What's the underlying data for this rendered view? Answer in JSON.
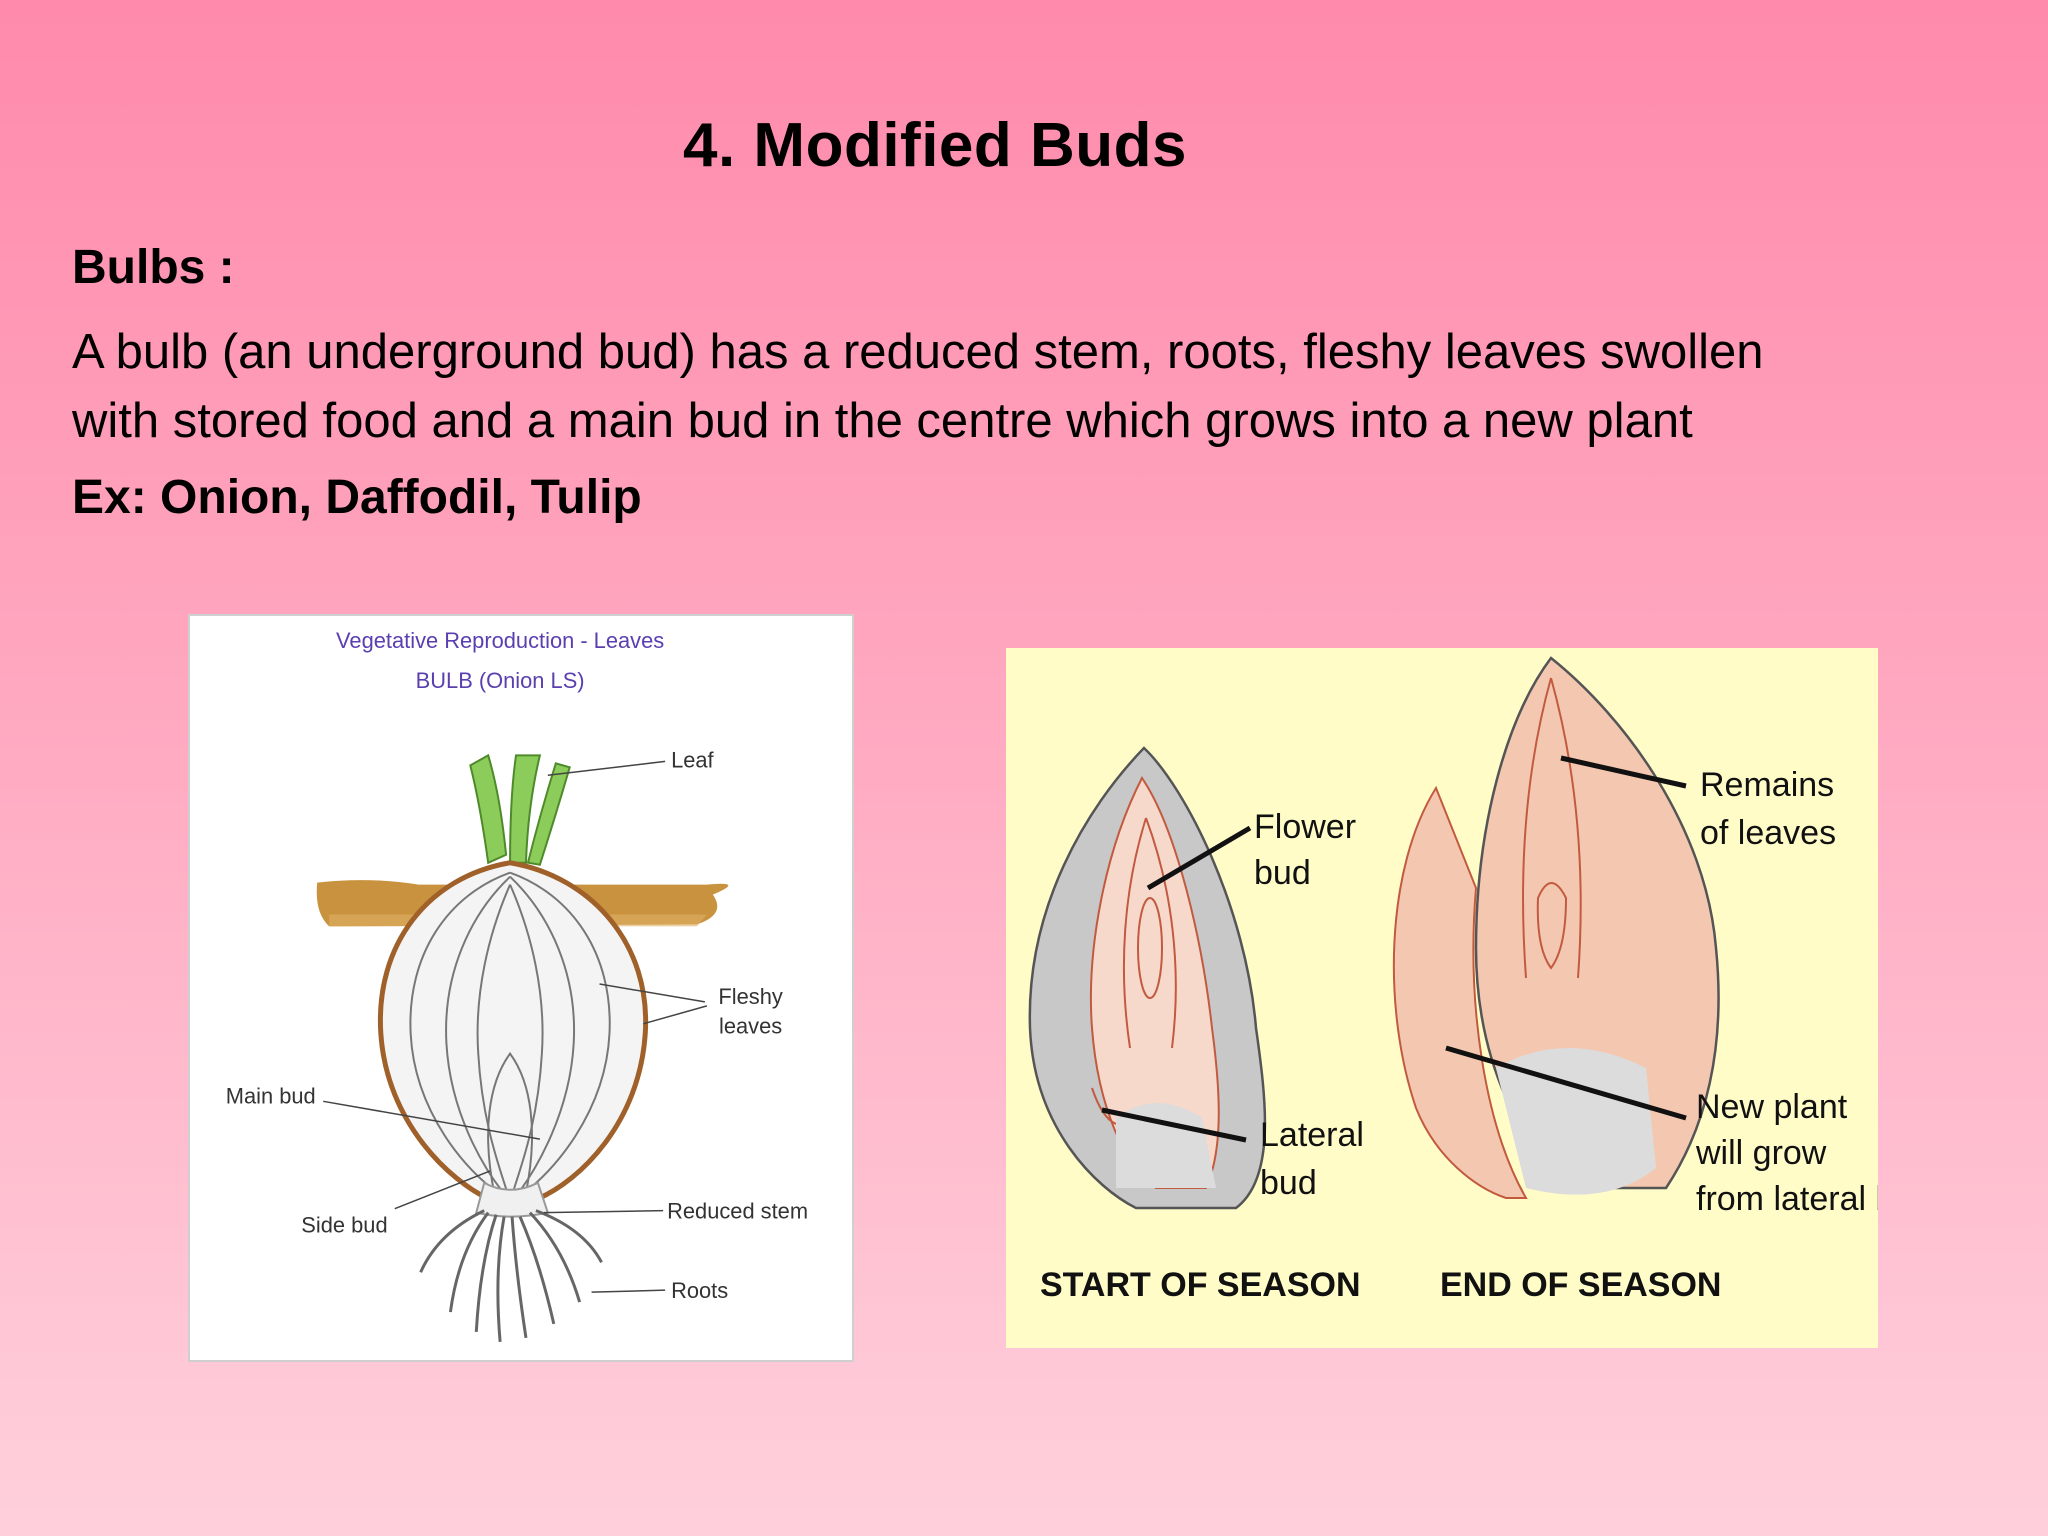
{
  "slide": {
    "title": "4. Modified Buds",
    "heading": "Bulbs :",
    "body_line1": "A bulb (an underground bud) has a reduced stem, roots, fleshy leaves swollen",
    "body_line2": "with stored food and a main bud in the centre which grows into a new plant",
    "examples": "Ex: Onion, Daffodil, Tulip"
  },
  "figure_onion": {
    "title_line1": "Vegetative Reproduction - Leaves",
    "title_line2": "BULB (Onion LS)",
    "labels": {
      "leaf": "Leaf",
      "fleshy1": "Fleshy",
      "fleshy2": "leaves",
      "main_bud": "Main bud",
      "side_bud": "Side bud",
      "reduced_stem": "Reduced stem",
      "roots": "Roots"
    }
  },
  "figure_season": {
    "labels": {
      "flower1": "Flower",
      "flower2": "bud",
      "lateral1": "Lateral",
      "lateral2": "bud",
      "remains1": "Remains",
      "remains2": "of leaves",
      "new1": "New plant",
      "new2": "will grow",
      "new3": "from lateral bud"
    },
    "caption_start": "START OF SEASON",
    "caption_end": "END OF SEASON"
  }
}
